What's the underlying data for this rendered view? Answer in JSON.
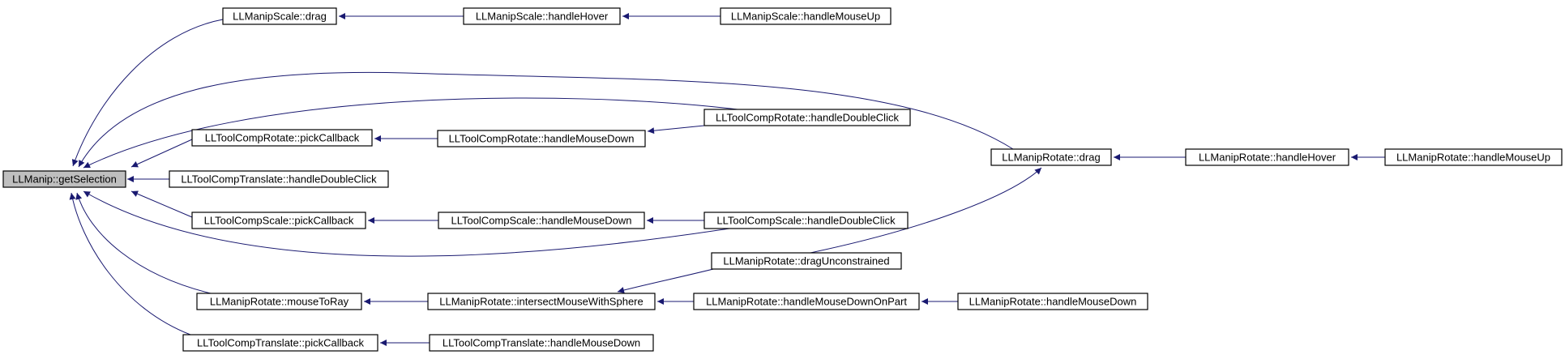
{
  "diagram": {
    "nodes": [
      {
        "id": "root",
        "label": "LLManip::getSelection"
      },
      {
        "id": "ms_drag",
        "label": "LLManipScale::drag"
      },
      {
        "id": "ms_hover",
        "label": "LLManipScale::handleHover"
      },
      {
        "id": "ms_mouseup",
        "label": "LLManipScale::handleMouseUp"
      },
      {
        "id": "tcr_pick",
        "label": "LLToolCompRotate::pickCallback"
      },
      {
        "id": "tcr_mousedown",
        "label": "LLToolCompRotate::handleMouseDown"
      },
      {
        "id": "tcr_dbl",
        "label": "LLToolCompRotate::handleDoubleClick"
      },
      {
        "id": "tct_dbl",
        "label": "LLToolCompTranslate::handleDoubleClick"
      },
      {
        "id": "tcs_pick",
        "label": "LLToolCompScale::pickCallback"
      },
      {
        "id": "tcs_mousedown",
        "label": "LLToolCompScale::handleMouseDown"
      },
      {
        "id": "tcs_dbl",
        "label": "LLToolCompScale::handleDoubleClick"
      },
      {
        "id": "mr_drag",
        "label": "LLManipRotate::drag"
      },
      {
        "id": "mr_hover",
        "label": "LLManipRotate::handleHover"
      },
      {
        "id": "mr_mouseup",
        "label": "LLManipRotate::handleMouseUp"
      },
      {
        "id": "mr_dragun",
        "label": "LLManipRotate::dragUnconstrained"
      },
      {
        "id": "mr_toray",
        "label": "LLManipRotate::mouseToRay"
      },
      {
        "id": "mr_sphere",
        "label": "LLManipRotate::intersectMouseWithSphere"
      },
      {
        "id": "mr_part",
        "label": "LLManipRotate::handleMouseDownOnPart"
      },
      {
        "id": "mr_mousedown",
        "label": "LLManipRotate::handleMouseDown"
      },
      {
        "id": "tct_pick",
        "label": "LLToolCompTranslate::pickCallback"
      },
      {
        "id": "tct_mousedown",
        "label": "LLToolCompTranslate::handleMouseDown"
      }
    ],
    "edges": [
      {
        "from": "ms_drag",
        "to": "root"
      },
      {
        "from": "ms_hover",
        "to": "ms_drag"
      },
      {
        "from": "ms_mouseup",
        "to": "ms_hover"
      },
      {
        "from": "mr_drag",
        "to": "root"
      },
      {
        "from": "tcr_dbl",
        "to": "root"
      },
      {
        "from": "tcr_pick",
        "to": "root"
      },
      {
        "from": "tcr_mousedown",
        "to": "tcr_pick"
      },
      {
        "from": "tcr_dbl",
        "to": "tcr_mousedown"
      },
      {
        "from": "tct_dbl",
        "to": "root"
      },
      {
        "from": "tcs_pick",
        "to": "root"
      },
      {
        "from": "tcs_mousedown",
        "to": "tcs_pick"
      },
      {
        "from": "tcs_dbl",
        "to": "tcs_mousedown"
      },
      {
        "from": "tcs_dbl",
        "to": "root"
      },
      {
        "from": "mr_toray",
        "to": "root"
      },
      {
        "from": "tct_pick",
        "to": "root"
      },
      {
        "from": "mr_hover",
        "to": "mr_drag"
      },
      {
        "from": "mr_mouseup",
        "to": "mr_hover"
      },
      {
        "from": "mr_dragun",
        "to": "mr_drag"
      },
      {
        "from": "mr_dragun",
        "to": "mr_sphere"
      },
      {
        "from": "mr_sphere",
        "to": "mr_toray"
      },
      {
        "from": "mr_part",
        "to": "mr_sphere"
      },
      {
        "from": "mr_mousedown",
        "to": "mr_part"
      },
      {
        "from": "tct_mousedown",
        "to": "tct_pick"
      }
    ]
  }
}
